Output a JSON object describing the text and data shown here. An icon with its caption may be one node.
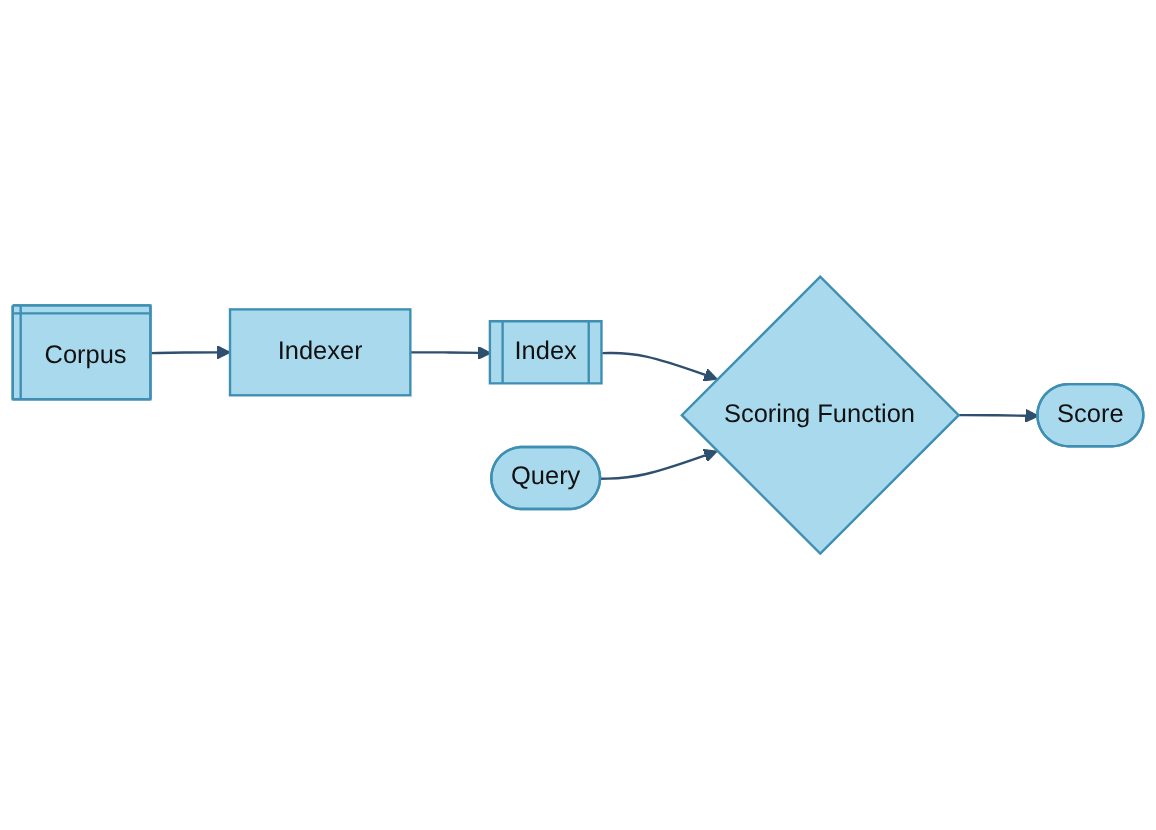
{
  "diagram": {
    "nodes": [
      {
        "text": [
          "Corpus"
        ]
      },
      {
        "text": [
          "Indexer"
        ]
      },
      {
        "text": [
          "Index"
        ]
      },
      {
        "text": [
          "Query"
        ]
      },
      {
        "text": [
          "Scoring Function"
        ]
      },
      {
        "text": [
          "Score"
        ]
      }
    ],
    "edges": [
      {
        "from": 0,
        "to": 1,
        "arrow": "to"
      },
      {
        "from": 1,
        "to": 2,
        "arrow": "to"
      },
      {
        "from": 2,
        "to": 4,
        "arrow": "to"
      },
      {
        "from": 3,
        "to": 4,
        "arrow": "to"
      },
      {
        "from": 4,
        "to": 5,
        "arrow": "to"
      }
    ]
  }
}
